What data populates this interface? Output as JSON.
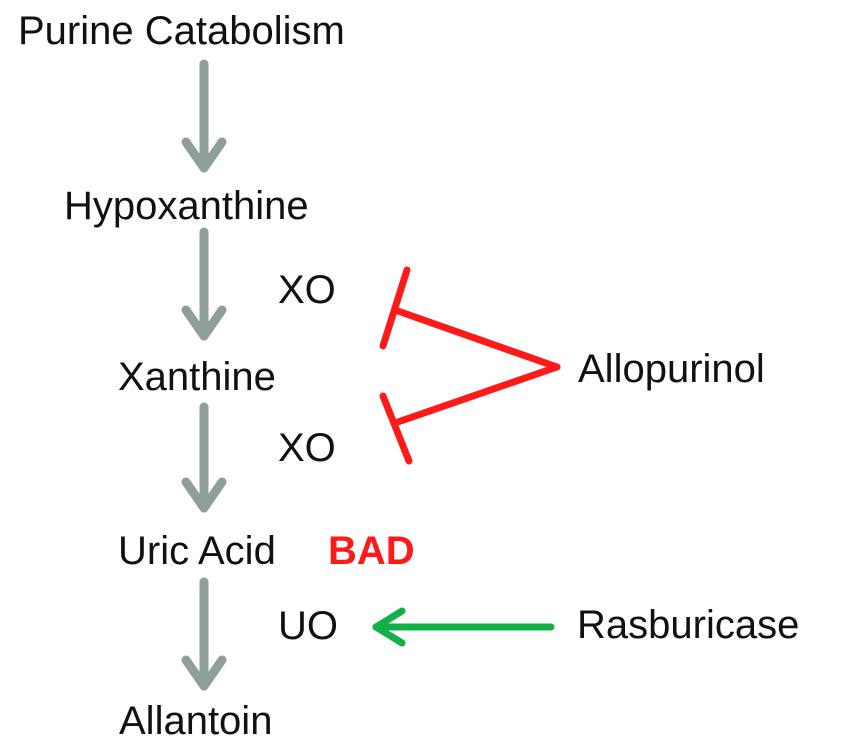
{
  "nodes": {
    "purine_catabolism": "Purine Catabolism",
    "hypoxanthine": "Hypoxanthine",
    "xanthine": "Xanthine",
    "uric_acid": "Uric Acid",
    "allantoin": "Allantoin"
  },
  "enzymes": {
    "xo_1": "XO",
    "xo_2": "XO",
    "uo": "UO"
  },
  "drugs": {
    "allopurinol": "Allopurinol",
    "rasburicase": "Rasburicase"
  },
  "annotations": {
    "bad": "BAD"
  },
  "colors": {
    "pathway_arrow": "#8f9f96",
    "inhibition": "#ff1a1a",
    "activation": "#13b04a",
    "text": "#111111",
    "bad": "#ff1a1a"
  }
}
